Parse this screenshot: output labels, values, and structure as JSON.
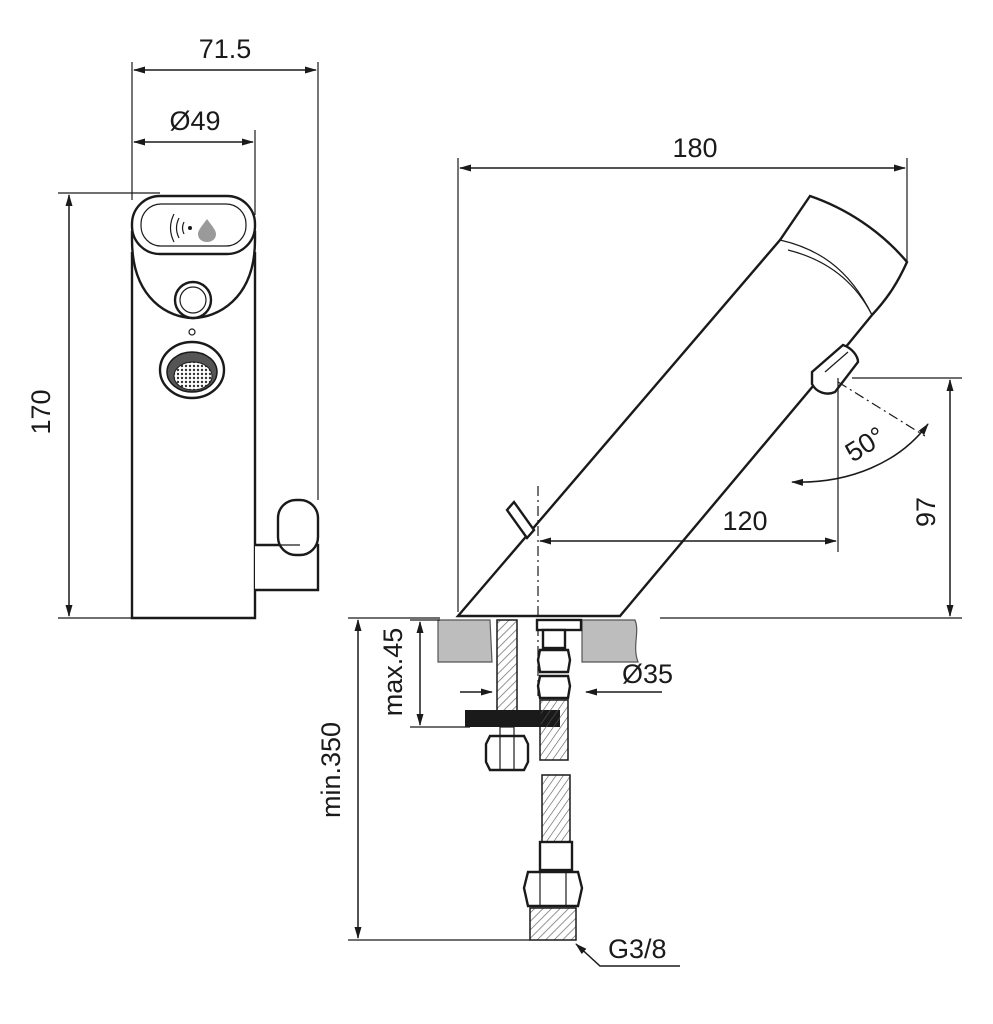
{
  "dimensions": {
    "front_width": "71.5",
    "front_diameter": "Ø49",
    "front_height": "170",
    "side_length": "180",
    "spout_reach": "120",
    "spray_height": "97",
    "spray_angle": "50°",
    "mount_diameter": "Ø35",
    "max_thickness": "max.45",
    "hose_length": "min.350",
    "thread_size": "G3/8"
  },
  "colors": {
    "line": "#1a1a1a",
    "countertop": "#bdbdbd"
  },
  "icons": [
    "sensor-wave-icon",
    "water-drop-icon"
  ]
}
